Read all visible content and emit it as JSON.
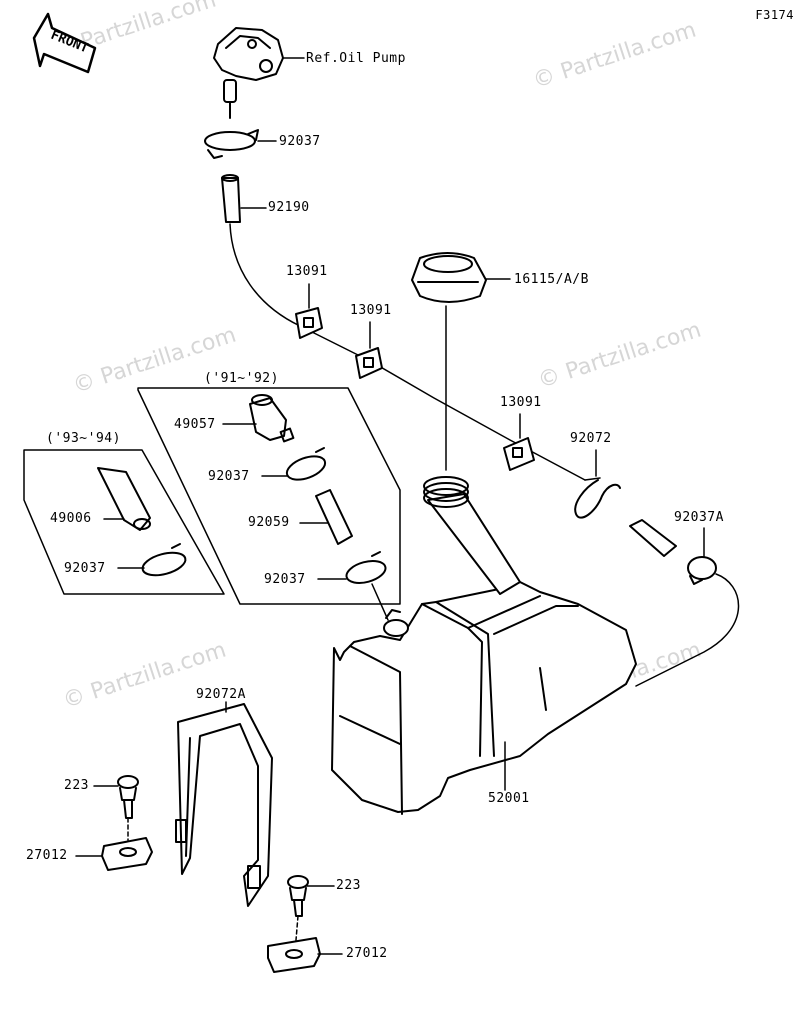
{
  "figure_code": "F3174",
  "front_label": "FRONT",
  "watermark": "© Partzilla.com",
  "groups": {
    "years_91_92": "('91~'92)",
    "years_93_94": "('93~'94)"
  },
  "callouts": {
    "ref_oil_pump": "Ref.Oil Pump",
    "p92037_top": "92037",
    "p92190": "92190",
    "p13091_a": "13091",
    "p13091_b": "13091",
    "p13091_c": "13091",
    "p16115": "16115/A/B",
    "p49057": "49057",
    "p92037_91a": "92037",
    "p92059": "92059",
    "p92037_91b": "92037",
    "p49006": "49006",
    "p92037_93": "92037",
    "p92072": "92072",
    "p92037A": "92037A",
    "p92072A": "92072A",
    "p223_left": "223",
    "p27012_left": "27012",
    "p223_right": "223",
    "p27012_right": "27012",
    "p52001": "52001"
  }
}
